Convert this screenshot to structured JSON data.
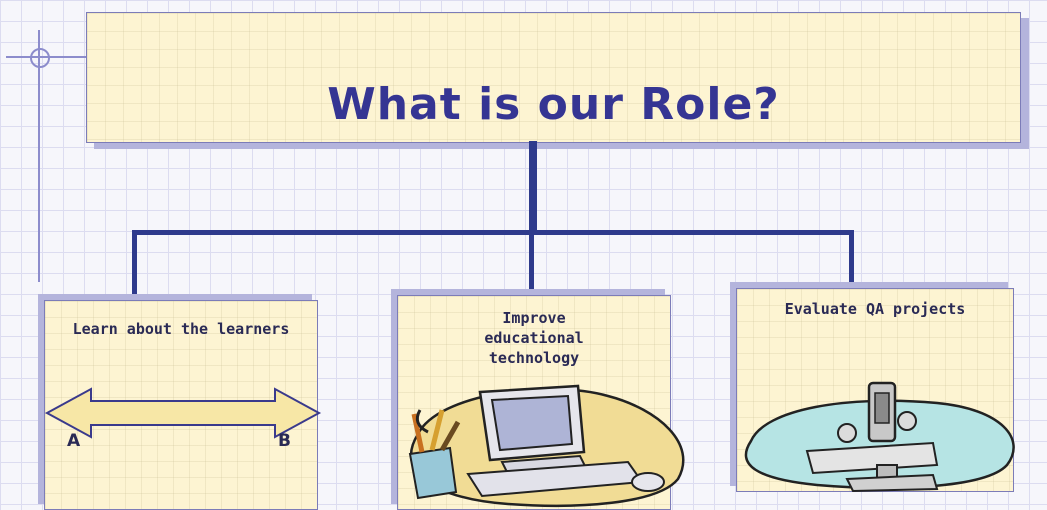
{
  "title": "What is our Role?",
  "boxes": [
    {
      "label": "Learn about the learners",
      "left_end": "A",
      "right_end": "B",
      "art": "double-arrow-icon"
    },
    {
      "label": "Improve educational technology",
      "art": "computer-clipart-icon"
    },
    {
      "label": "Evaluate QA projects",
      "art": "microscope-clipart-icon"
    }
  ],
  "colors": {
    "title_text": "#353593",
    "box_fill": "#fdf4d2",
    "connector": "#2e3a8c",
    "shadow": "#b4b4dc",
    "arrow_fill": "#f7e7a6"
  }
}
